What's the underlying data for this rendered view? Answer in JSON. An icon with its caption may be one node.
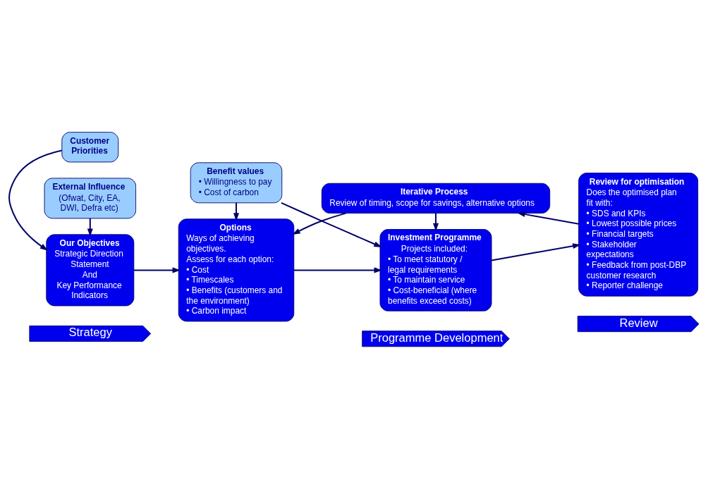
{
  "diagram": {
    "nodes": [
      {
        "text": [
          "Strategy"
        ]
      },
      {
        "text": [
          "Programme Development"
        ]
      },
      {
        "text": [
          "Review"
        ]
      },
      {
        "text": [
          "Customer Priorities"
        ]
      },
      {
        "text": [
          "Our Objectives",
          "Strategic Direction Statement",
          "And",
          "Key Performance Indicators"
        ]
      },
      {
        "text": [
          "External Influence",
          "(Ofwat, City, EA, DWI, Defra etc)"
        ]
      },
      {
        "text": [
          "Benefit values",
          "• Willingness to pay",
          "• Cost of carbon"
        ]
      },
      {
        "text": [
          "Options",
          "Ways of achieving objectives.",
          "Assess for each option:",
          "• Cost",
          "• Timescales",
          "• Benefits (customers and the environment)",
          "• Carbon impact"
        ]
      },
      {
        "text": [
          "Investment Programme",
          "Projects included:",
          "• To meet statutory / legal requirements",
          "• To maintain service",
          "• Cost-beneficial (where benefits exceed costs)"
        ]
      },
      {
        "text": [
          "Review for optimisation",
          "Does the optimised plan fit with:",
          "• SDS and KPIs",
          "• Lowest possible prices",
          "• Financial targets",
          "• Stakeholder expectations",
          "• Feedback from post-DBP customer research",
          "• Reporter challenge"
        ]
      },
      {
        "text": [
          "Iterative Process",
          "Review of timing, scope for savings, alternative options"
        ]
      }
    ],
    "edges": [
      {
        "from": 3,
        "to": 4,
        "arrow": "to"
      },
      {
        "from": 5,
        "to": 4,
        "arrow": "to"
      },
      {
        "from": 4,
        "to": 7,
        "arrow": "to"
      },
      {
        "from": 6,
        "to": 7,
        "arrow": "to"
      },
      {
        "from": 6,
        "to": 8,
        "arrow": "to"
      },
      {
        "from": 7,
        "to": 8,
        "arrow": "to"
      },
      {
        "from": 8,
        "to": 9,
        "arrow": "to"
      },
      {
        "from": 9,
        "to": 10,
        "arrow": "to"
      },
      {
        "from": 10,
        "to": 7,
        "arrow": "to"
      },
      {
        "from": 10,
        "to": 8,
        "arrow": "to"
      }
    ]
  }
}
